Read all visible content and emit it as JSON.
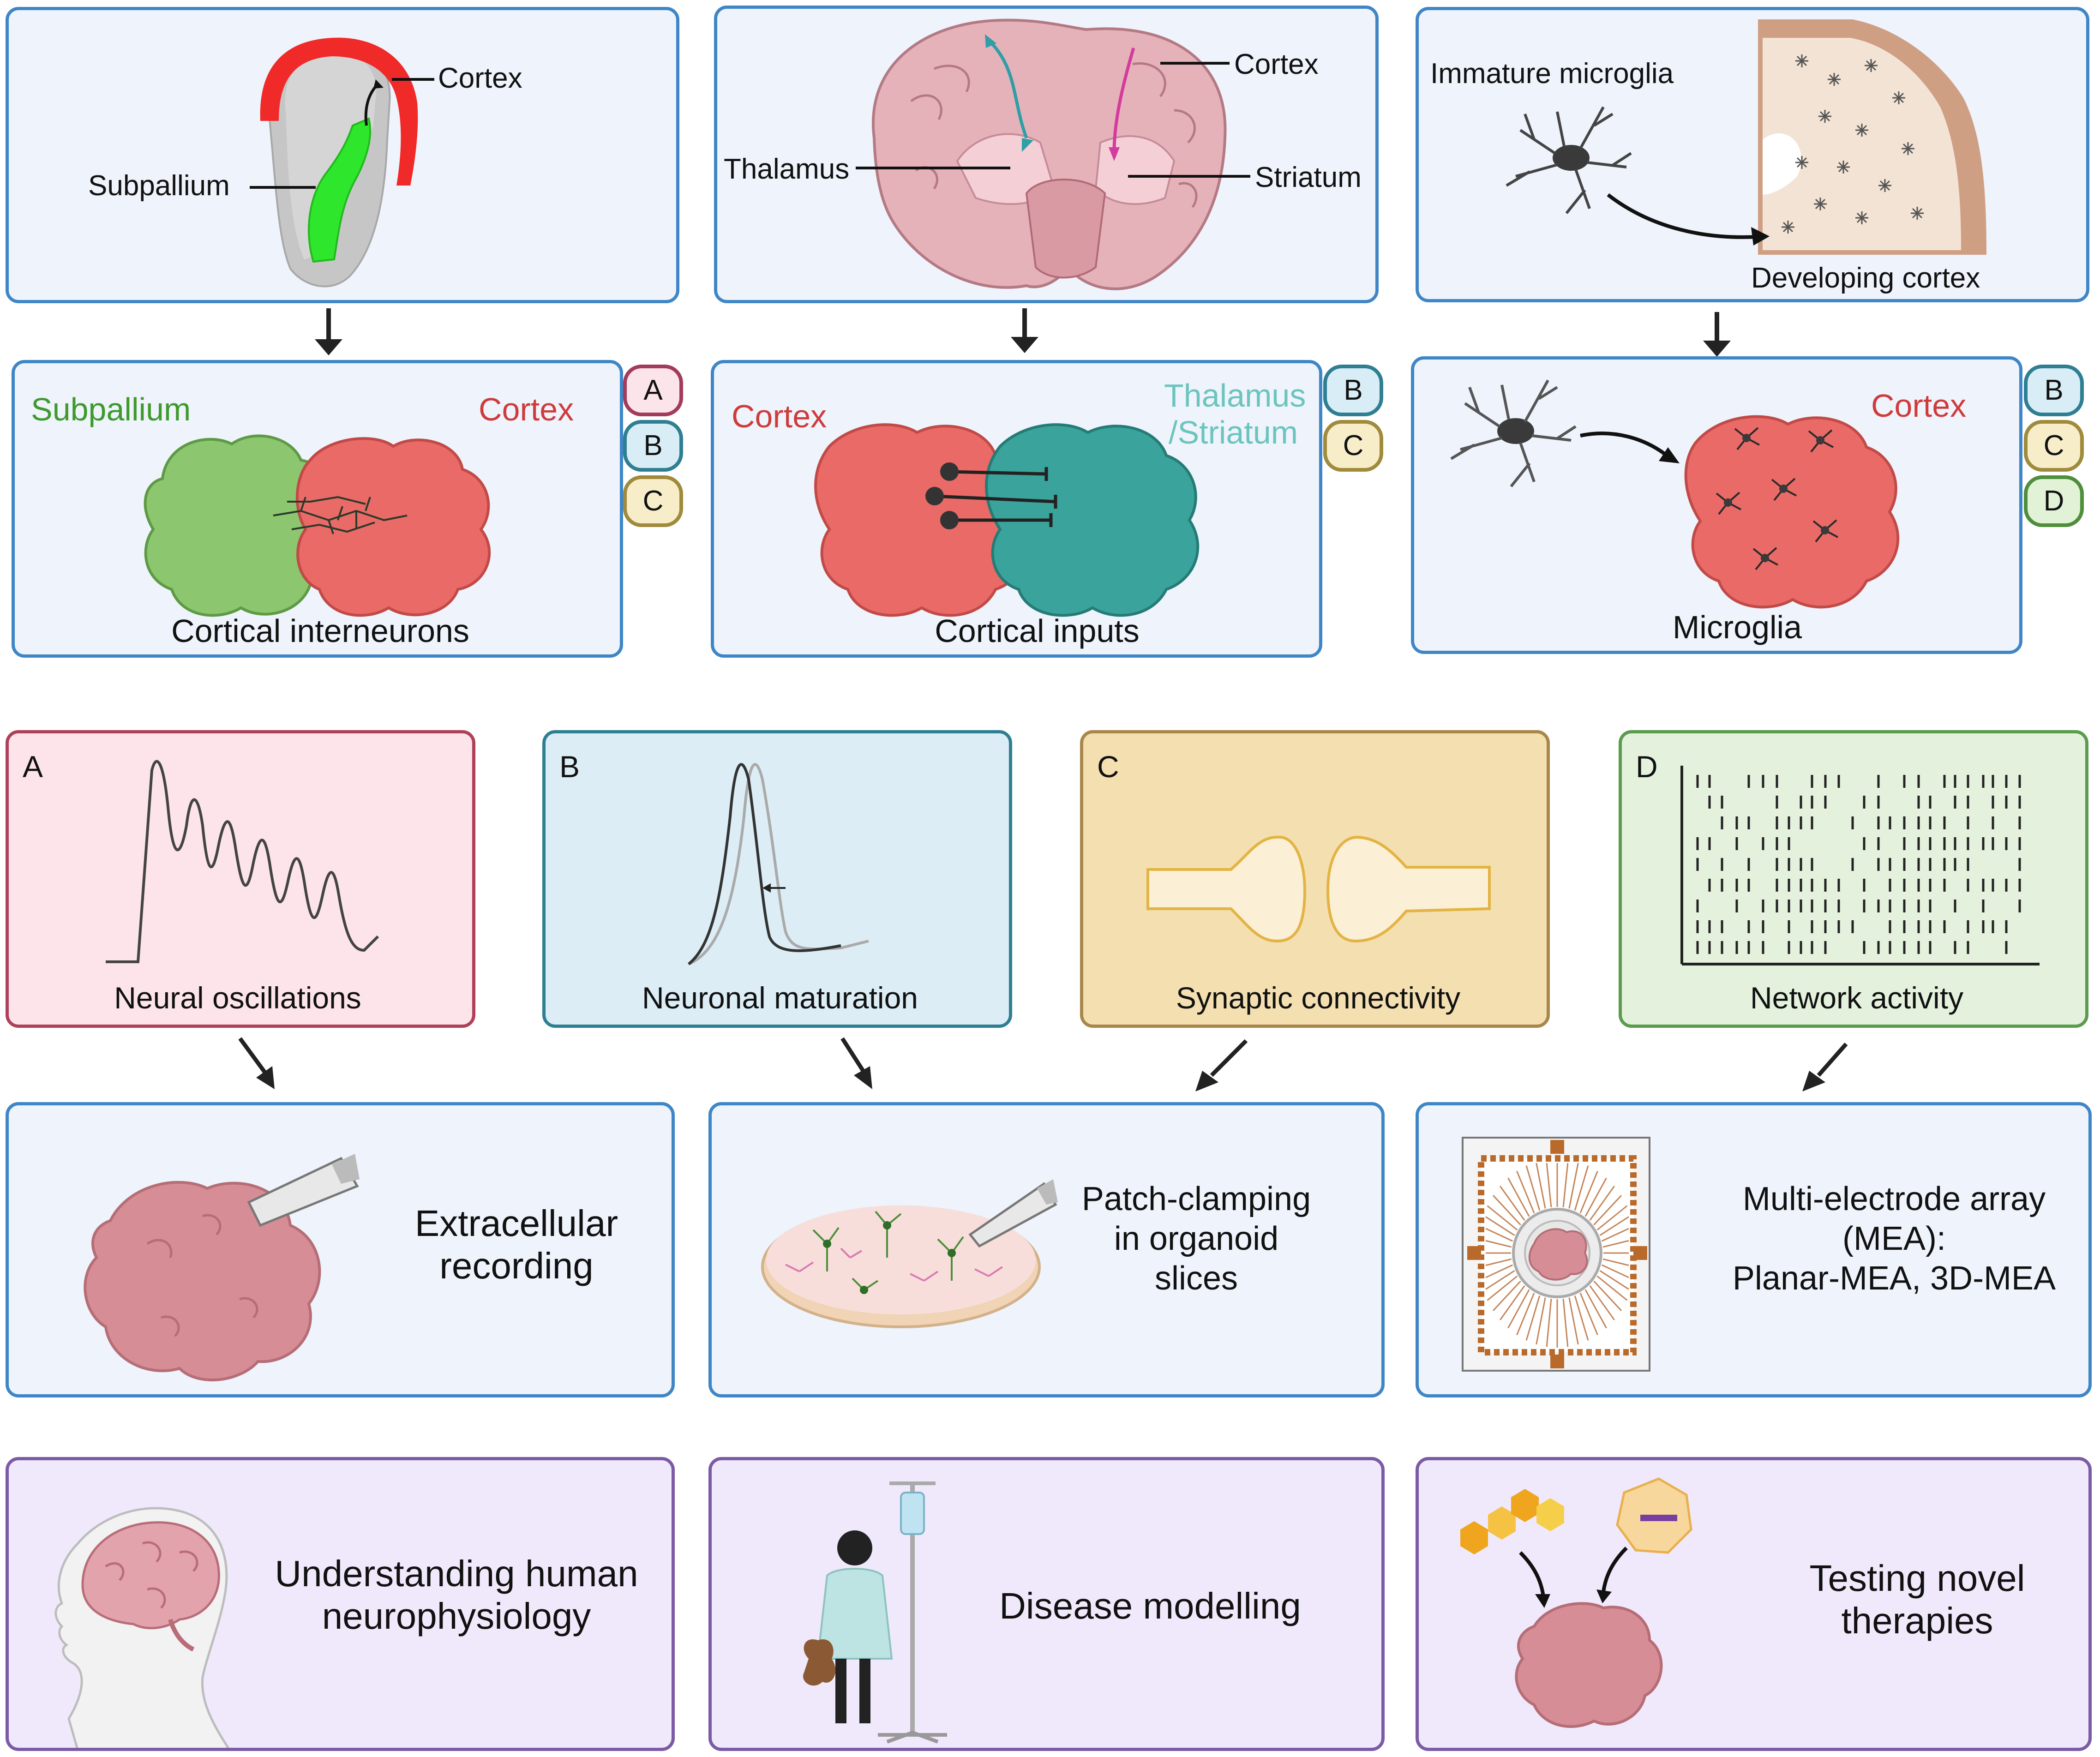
{
  "row1": {
    "panel1": {
      "cortex_label": "Cortex",
      "subpallium_label": "Subpallium"
    },
    "panel2": {
      "cortex_label": "Cortex",
      "thalamus_label": "Thalamus",
      "striatum_label": "Striatum"
    },
    "panel3": {
      "immature_label": "Immature microglia",
      "developing_label": "Developing cortex"
    }
  },
  "row2": {
    "panel1": {
      "left_label": "Subpallium",
      "right_label": "Cortex",
      "caption": "Cortical interneurons",
      "tags": [
        "A",
        "B",
        "C"
      ]
    },
    "panel2": {
      "left_label": "Cortex",
      "right_label_1": "Thalamus",
      "right_label_2": "/Striatum",
      "caption": "Cortical inputs",
      "tags": [
        "B",
        "C"
      ]
    },
    "panel3": {
      "right_label": "Cortex",
      "caption": "Microglia",
      "tags": [
        "B",
        "C",
        "D"
      ]
    }
  },
  "row3": [
    {
      "letter": "A",
      "caption": "Neural oscillations"
    },
    {
      "letter": "B",
      "caption": "Neuronal maturation"
    },
    {
      "letter": "C",
      "caption": "Synaptic connectivity"
    },
    {
      "letter": "D",
      "caption": "Network activity"
    }
  ],
  "row4": {
    "panel1": {
      "line1": "Extracellular",
      "line2": "recording"
    },
    "panel2": {
      "line1": "Patch-clamping",
      "line2": "in organoid",
      "line3": "slices"
    },
    "panel3": {
      "line1": "Multi-electrode array",
      "line2": "(MEA):",
      "line3": "Planar-MEA, 3D-MEA"
    }
  },
  "row5": {
    "panel1": {
      "line1": "Understanding human",
      "line2": "neurophysiology"
    },
    "panel2": {
      "line1": "Disease modelling"
    },
    "panel3": {
      "line1": "Testing novel",
      "line2": "therapies"
    }
  },
  "colors": {
    "cortex_red": "#cf3b3b",
    "subpallium_green": "#3e9a2c",
    "thalamus_teal": "#6cc4be",
    "blue_border": "#3f86c6"
  }
}
